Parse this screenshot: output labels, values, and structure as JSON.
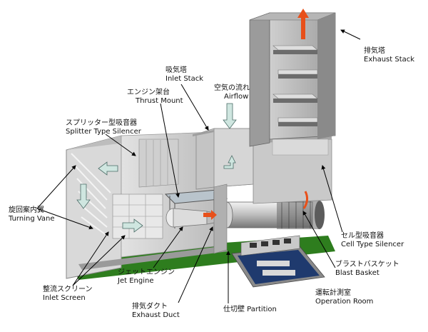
{
  "labels": {
    "exhaust_stack": {
      "jp": "排気塔",
      "en": "Exhaust Stack"
    },
    "inlet_stack": {
      "jp": "吸気塔",
      "en": "Inlet Stack"
    },
    "airflow": {
      "jp": "空気の流れ",
      "en": "Airflow"
    },
    "thrust_mount": {
      "jp": "エンジン架台",
      "en": "Thrust Mount"
    },
    "splitter_silencer": {
      "jp": "スプリッター型吸音器",
      "en": "Splitter Type Silencer"
    },
    "turning_vane": {
      "jp": "旋回案内翼",
      "en": "Turning Vane"
    },
    "cell_silencer": {
      "jp": "セル型吸音器",
      "en": "Cell Type Silencer"
    },
    "blast_basket": {
      "jp": "ブラストバスケット",
      "en": "Blast Basket"
    },
    "jet_engine": {
      "jp": "ジェットエンジン",
      "en": "Jet Engine"
    },
    "inlet_screen": {
      "jp": "整流スクリーン",
      "en": "Inlet Screen"
    },
    "operation_room": {
      "jp": "運転計測室",
      "en": "Operation Room"
    },
    "exhaust_duct": {
      "jp": "排気ダクト",
      "en": "Exhaust Duct"
    },
    "partition": {
      "text": "仕切壁 Partition"
    }
  },
  "colors": {
    "wall_light": "#d4d4d4",
    "wall_mid": "#a8a8a8",
    "wall_dark": "#7a7a7a",
    "floor_green": "#2e7d1e",
    "arrow_orange": "#e8501a",
    "arrow_pale": "#cfe6e0"
  }
}
